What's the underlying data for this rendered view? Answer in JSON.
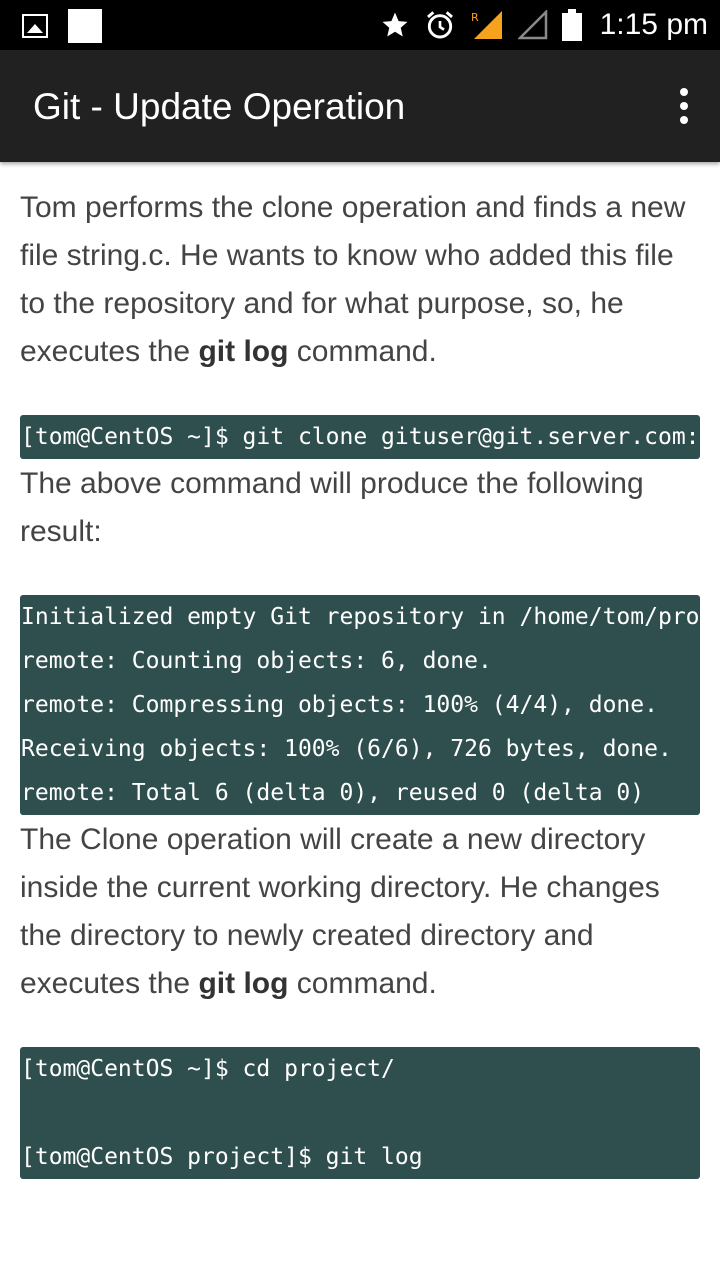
{
  "status_bar": {
    "time": "1:15 pm",
    "icons": [
      "gallery-icon",
      "notification-square-icon",
      "star-icon",
      "alarm-icon",
      "signal-roaming-icon",
      "signal-empty-icon",
      "battery-icon"
    ]
  },
  "app_bar": {
    "title": "Git - Update Operation",
    "overflow_icon": "more-vert-icon"
  },
  "content": {
    "p1": {
      "before": "Tom performs the clone operation and finds a new file string.c. He wants to know who added this file to the repository and for what purpose, so, he executes the ",
      "bold": "git log",
      "after": " command."
    },
    "code1": [
      "[tom@CentOS ~]$ git clone gituser@git.server.com:project.git"
    ],
    "p2": "The above command will produce the following result:",
    "code2": [
      "Initialized empty Git repository in /home/tom/project/.git/",
      "remote: Counting objects: 6, done.",
      "remote: Compressing objects: 100% (4/4), done.",
      "Receiving objects: 100% (6/6), 726 bytes, done.",
      "remote: Total 6 (delta 0), reused 0 (delta 0)"
    ],
    "p3": {
      "before": "The Clone operation will create a new directory inside the current working directory. He changes the directory to newly created directory and executes the ",
      "bold": "git log",
      "after": " command."
    },
    "code3": [
      "[tom@CentOS ~]$ cd project/",
      "",
      "[tom@CentOS project]$ git log"
    ]
  },
  "colors": {
    "app_bar": "#212121",
    "status_bar": "#000000",
    "code_bg": "#2f4f4f",
    "body_text": "#444444"
  }
}
